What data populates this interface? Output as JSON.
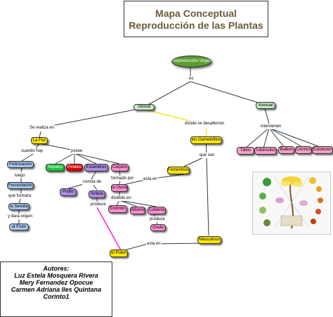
{
  "title": {
    "line1": "Mapa Conceptual",
    "line2": "Reproducción de las Plantas"
  },
  "nodes": {
    "reproduccion_vegetal": "Reproducción Vegetal",
    "sexual": "Sexual",
    "asexual": "Asexual",
    "la_flor": "La Flor",
    "los_gametofitos": "los Gametofitos",
    "polinizacion": "Polinización",
    "fecundacion": "Fecundación",
    "la_semilla": "la Semilla",
    "al_fruto": "al Fruto",
    "sepalos": "Sépalos",
    "petalos": "Pétalos",
    "estambres": "Estambres",
    "carpelo": "Carpelo",
    "pistilo": "Pistilo",
    "antera": "Antera",
    "la_ovula": "la Óvula",
    "femeninos": "Femeninos",
    "masculinos": "Masculinos",
    "el_polen": "el Polen",
    "embrion": "Embrión",
    "albumen": "Albumen",
    "cubierta": "Cubierta",
    "ovulo": "Óvulo",
    "tallos": "Tallos",
    "tuberculos": "Tubérculos",
    "bulbos": "Bulbos",
    "cormos": "Cormos",
    "estolones": "Estolones"
  },
  "labels": {
    "es": "es",
    "se_realiza_en": "Se realiza en",
    "donde_se_desallorran": "donde se desallorran",
    "intervienen": "intervienen",
    "cuando_hay": "cuando hay",
    "posee": "posee",
    "que_son": "que son",
    "luego": "luego",
    "que_formara": "que formara",
    "y_dara_origen": "y dara origen",
    "consta_de": "consta de",
    "formado_por": "formado por",
    "esta_en_1": "esta en",
    "produce_1": "produce",
    "dividido_en": "dividido en",
    "produce_2": "produce",
    "esta_en_2": "esta en"
  },
  "authors": {
    "heading": "Autores:",
    "names": [
      "Luz Estela Mosquera Rivera",
      "Mery Fernandez Opocue",
      "Carmen Adriana Iles Quintana",
      "Corinto1"
    ]
  },
  "colors": {
    "title_text": "#6b5a3a",
    "root_fill": "#5a9e2e",
    "sexual_fill": "#c8ecc8",
    "yellow_fill": "#ffe800",
    "blue_fill": "#a7c7ef",
    "green_fill": "#18c23a",
    "red_fill": "#e00000",
    "purple_fill": "#b08ae6",
    "pink_fill": "#ff8fd2",
    "asexual_pink": "#f6a0c8",
    "line_dark": "#2f3a44",
    "line_yellow": "#f2e000",
    "line_magenta": "#ff1ec8"
  },
  "image": {
    "icon": "plant-life-cycle-illustration"
  }
}
